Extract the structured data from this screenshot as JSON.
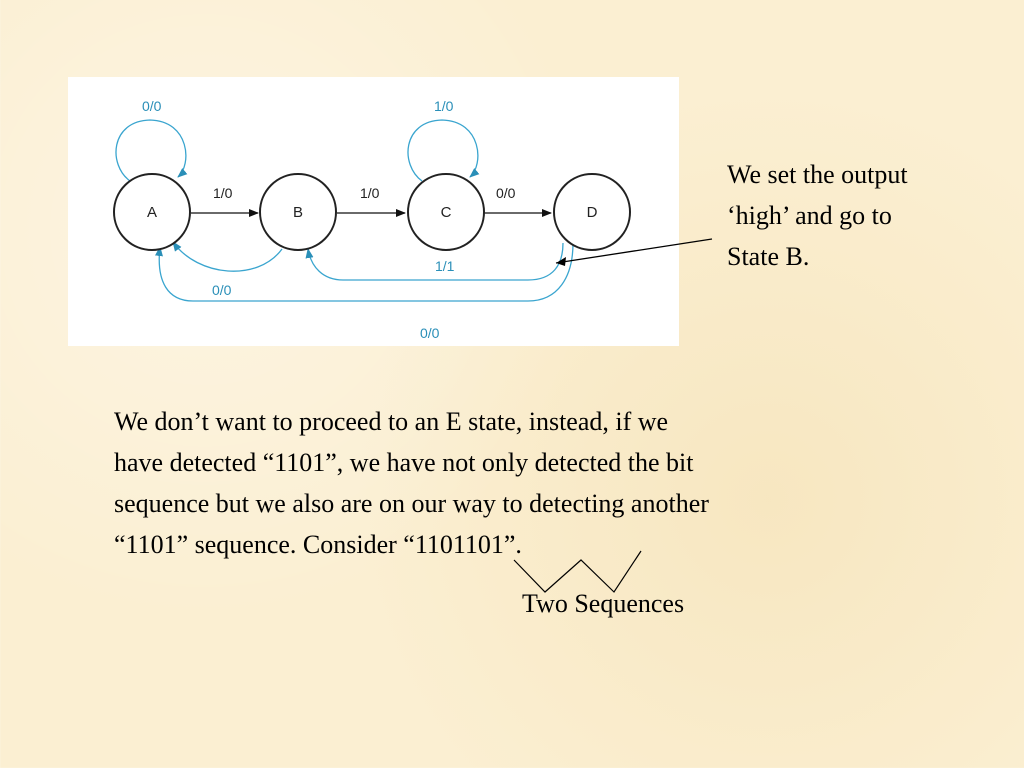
{
  "diagram": {
    "nodes": [
      {
        "id": "A",
        "label": "A"
      },
      {
        "id": "B",
        "label": "B"
      },
      {
        "id": "C",
        "label": "C"
      },
      {
        "id": "D",
        "label": "D"
      }
    ],
    "edges": [
      {
        "from": "A",
        "to": "A",
        "label": "0/0"
      },
      {
        "from": "A",
        "to": "B",
        "label": "1/0"
      },
      {
        "from": "B",
        "to": "C",
        "label": "1/0"
      },
      {
        "from": "C",
        "to": "C",
        "label": "1/0"
      },
      {
        "from": "C",
        "to": "D",
        "label": "0/0"
      },
      {
        "from": "B",
        "to": "A",
        "label": "0/0"
      },
      {
        "from": "D",
        "to": "B",
        "label": "1/1"
      },
      {
        "from": "D",
        "to": "A",
        "label": "0/0"
      }
    ],
    "colors": {
      "curve": "#3aa5cf",
      "straight": "#111111"
    }
  },
  "side_note": {
    "lines": [
      "We set the output",
      "‘high’ and go to",
      "State B."
    ]
  },
  "body_text": {
    "lines": [
      "We don’t want to proceed to an E state, instead, if we",
      "have detected “1101”, we have not only detected the bit",
      "sequence but we also are on our way to detecting another",
      "“1101” sequence.  Consider “1101101”."
    ]
  },
  "brace_label": "Two Sequences"
}
